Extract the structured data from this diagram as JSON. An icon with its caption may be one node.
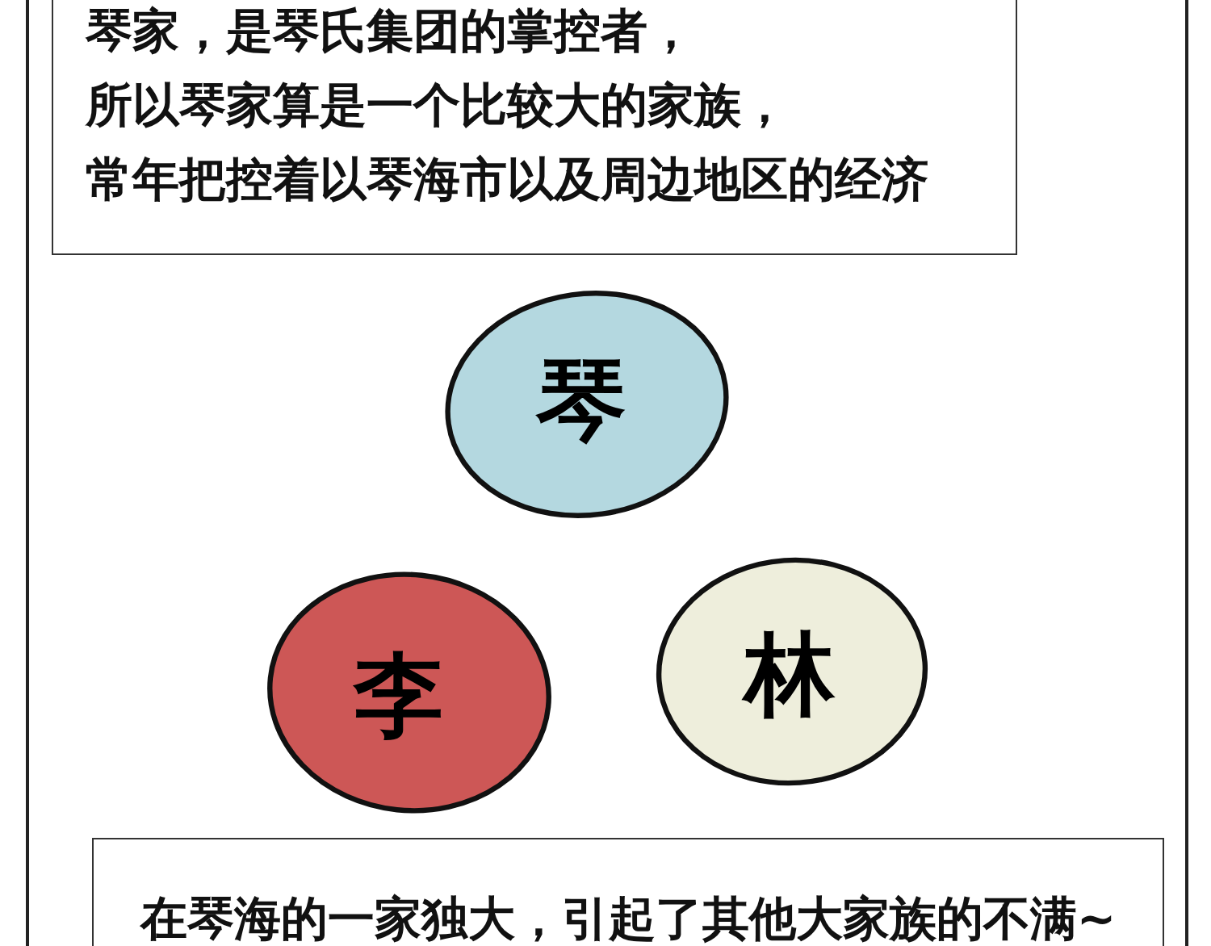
{
  "diagram": {
    "nodes": [
      {
        "text": [
          "琴家，是琴氏集团的掌控者，",
          "所以琴家算是一个比较大的家族，",
          "常年把控着以琴海市以及周边地区的经济"
        ]
      },
      {
        "text": [
          "琴"
        ]
      },
      {
        "text": [
          "李"
        ]
      },
      {
        "text": [
          "林"
        ]
      },
      {
        "text": [
          "在琴海的一家独大，引起了其他大家族的不满~"
        ]
      }
    ]
  }
}
